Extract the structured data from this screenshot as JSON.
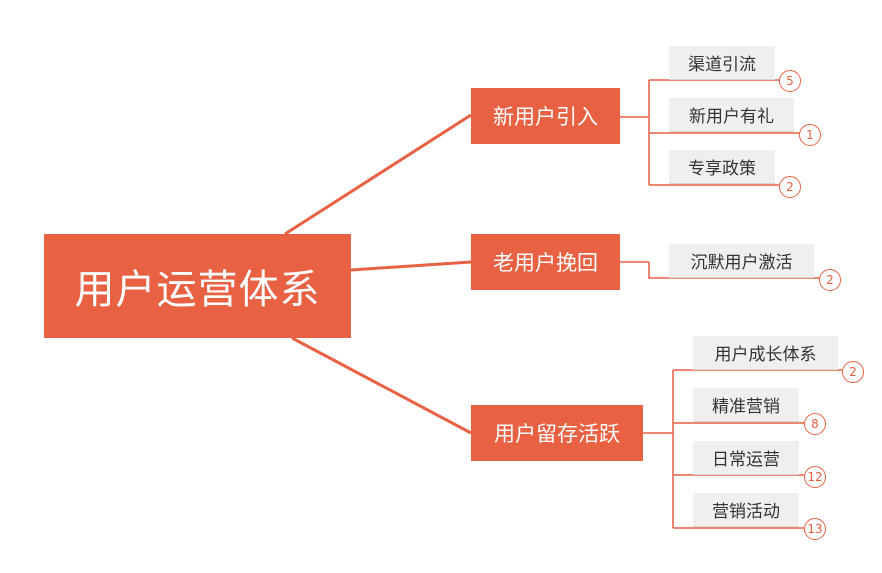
{
  "root": {
    "label": "用户运营体系"
  },
  "branches": [
    {
      "label": "新用户引入",
      "leaves": [
        {
          "label": "渠道引流",
          "count": "5"
        },
        {
          "label": "新用户有礼",
          "count": "1"
        },
        {
          "label": "专享政策",
          "count": "2"
        }
      ]
    },
    {
      "label": "老用户挽回",
      "leaves": [
        {
          "label": "沉默用户激活",
          "count": "2"
        }
      ]
    },
    {
      "label": "用户留存活跃",
      "leaves": [
        {
          "label": "用户成长体系",
          "count": "2"
        },
        {
          "label": "精准营销",
          "count": "8"
        },
        {
          "label": "日常运营",
          "count": "12"
        },
        {
          "label": "营销活动",
          "count": "13"
        }
      ]
    }
  ],
  "colors": {
    "accent": "#e96143",
    "leaf_bg": "#f0efef",
    "text": "#333333"
  }
}
